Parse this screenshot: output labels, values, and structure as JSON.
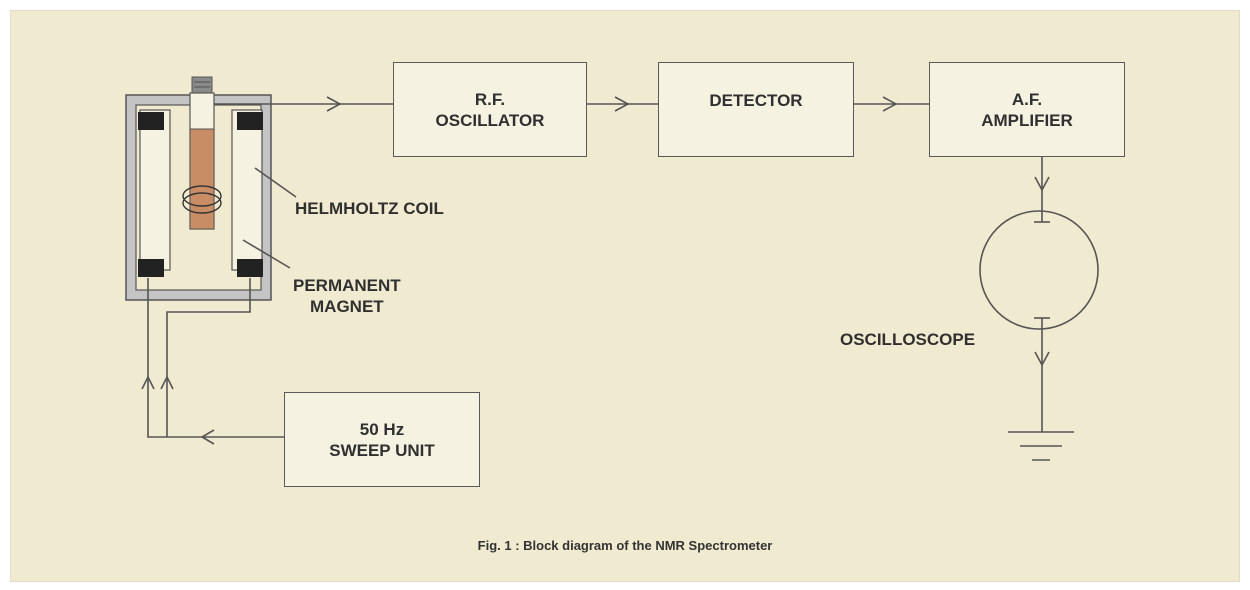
{
  "diagram": {
    "blocks": {
      "rf_oscillator": [
        "R.F.",
        "OSCILLATOR"
      ],
      "detector": [
        "DETECTOR"
      ],
      "af_amplifier": [
        "A.F.",
        "AMPLIFIER"
      ],
      "sweep_unit": [
        "50 Hz",
        "SWEEP UNIT"
      ]
    },
    "labels": {
      "helmholtz_coil": "HELMHOLTZ COIL",
      "permanent_magnet": [
        "PERMANENT",
        "MAGNET"
      ],
      "oscilloscope": "OSCILLOSCOPE"
    },
    "caption": "Fig. 1 : Block diagram of the NMR Spectrometer"
  }
}
